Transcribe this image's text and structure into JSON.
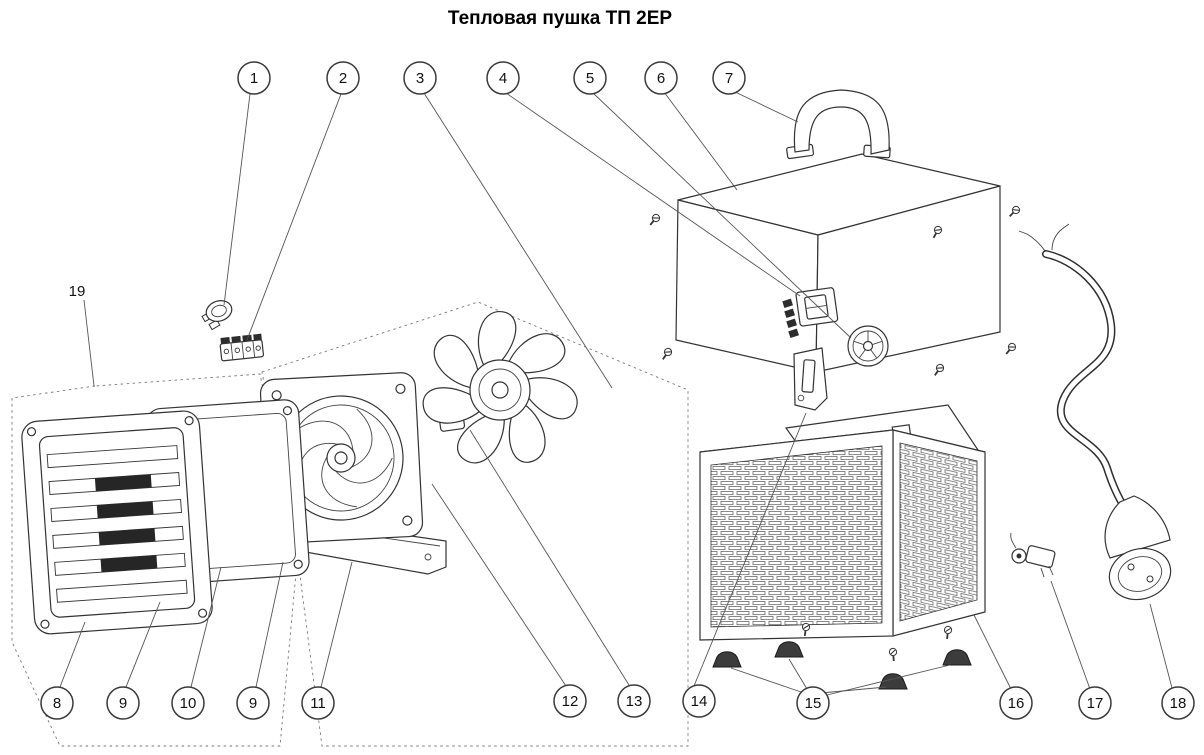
{
  "diagram": {
    "title": "Тепловая пушка ТП 2ЕР",
    "callouts": [
      {
        "label": "1"
      },
      {
        "label": "2"
      },
      {
        "label": "3"
      },
      {
        "label": "4"
      },
      {
        "label": "5"
      },
      {
        "label": "6"
      },
      {
        "label": "7"
      },
      {
        "label": "8"
      },
      {
        "label": "9"
      },
      {
        "label": "10"
      },
      {
        "label": "9"
      },
      {
        "label": "11"
      },
      {
        "label": "12"
      },
      {
        "label": "13"
      },
      {
        "label": "14"
      },
      {
        "label": "15"
      },
      {
        "label": "16"
      },
      {
        "label": "17"
      },
      {
        "label": "18"
      }
    ],
    "free_labels": [
      {
        "label": "19"
      }
    ],
    "colors": {
      "line": "#333333",
      "background": "#ffffff"
    }
  }
}
